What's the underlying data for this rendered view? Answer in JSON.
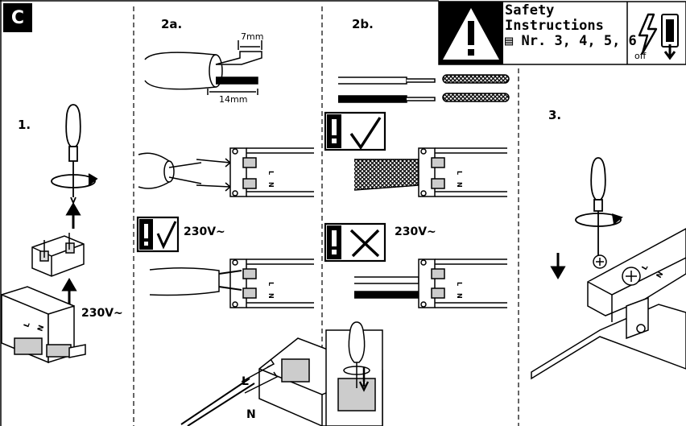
{
  "section": "C",
  "steps": {
    "s1": "1.",
    "s2a": "2a.",
    "s2b": "2b.",
    "s3": "3."
  },
  "dimensions": {
    "strip_short": "7mm",
    "strip_long": "14mm"
  },
  "voltage": "230V~",
  "terminal_labels": {
    "live": "L",
    "neutral": "N"
  },
  "safety": {
    "line1": "Safety",
    "line2": "Instructions",
    "line3": "Nr. 3, 4, 5, 6"
  },
  "power_off_label": "off"
}
